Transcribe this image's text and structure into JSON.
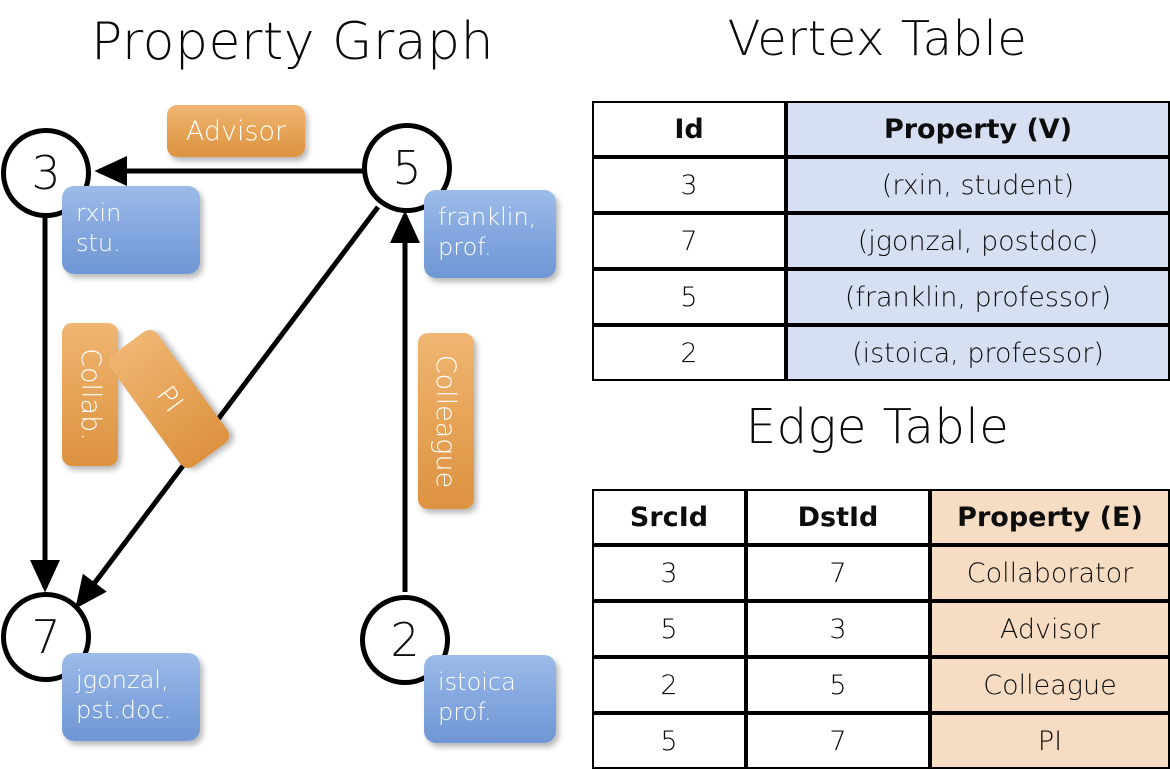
{
  "titles": {
    "property_graph": "Property Graph",
    "vertex_table": "Vertex Table",
    "edge_table": "Edge Table"
  },
  "graph": {
    "vertices": [
      {
        "id": "3",
        "property_box": "rxin\nstu.",
        "name": "rxin",
        "role": "stu."
      },
      {
        "id": "5",
        "property_box": "franklin,\nprof.",
        "name": "franklin,",
        "role": "prof."
      },
      {
        "id": "7",
        "property_box": "jgonzal,\npst.doc.",
        "name": "jgonzal,",
        "role": "pst.doc."
      },
      {
        "id": "2",
        "property_box": "istoica\nprof.",
        "name": "istoica",
        "role": "prof."
      }
    ],
    "edge_labels": [
      {
        "key": "advisor",
        "label": "Advisor",
        "orientation": "horizontal"
      },
      {
        "key": "collab",
        "label": "Collab.",
        "orientation": "vertical"
      },
      {
        "key": "pi",
        "label": "PI",
        "orientation": "rotated"
      },
      {
        "key": "colleague",
        "label": "Colleague",
        "orientation": "vertical"
      }
    ],
    "edges": [
      {
        "from": "5",
        "to": "3",
        "label": "Advisor"
      },
      {
        "from": "3",
        "to": "7",
        "label": "Collab."
      },
      {
        "from": "5",
        "to": "7",
        "label": "PI"
      },
      {
        "from": "2",
        "to": "5",
        "label": "Colleague"
      }
    ]
  },
  "vertex_table": {
    "headers": [
      "Id",
      "Property (V)"
    ],
    "rows": [
      {
        "id": "3",
        "property": "(rxin, student)"
      },
      {
        "id": "7",
        "property": "(jgonzal, postdoc)"
      },
      {
        "id": "5",
        "property": "(franklin, professor)"
      },
      {
        "id": "2",
        "property": "(istoica, professor)"
      }
    ]
  },
  "edge_table": {
    "headers": [
      "SrcId",
      "DstId",
      "Property (E)"
    ],
    "rows": [
      {
        "src": "3",
        "dst": "7",
        "property": "Collaborator"
      },
      {
        "src": "5",
        "dst": "3",
        "property": "Advisor"
      },
      {
        "src": "2",
        "dst": "5",
        "property": "Colleague"
      },
      {
        "src": "5",
        "dst": "7",
        "property": "PI"
      }
    ]
  },
  "colors": {
    "vertex_property_fill": "#d6e0f2",
    "edge_property_fill": "#f6dcc2",
    "node_box_blue": "#86a9e0",
    "edge_label_orange": "#e8a75c",
    "stroke": "#000000",
    "background": "#ffffff"
  }
}
